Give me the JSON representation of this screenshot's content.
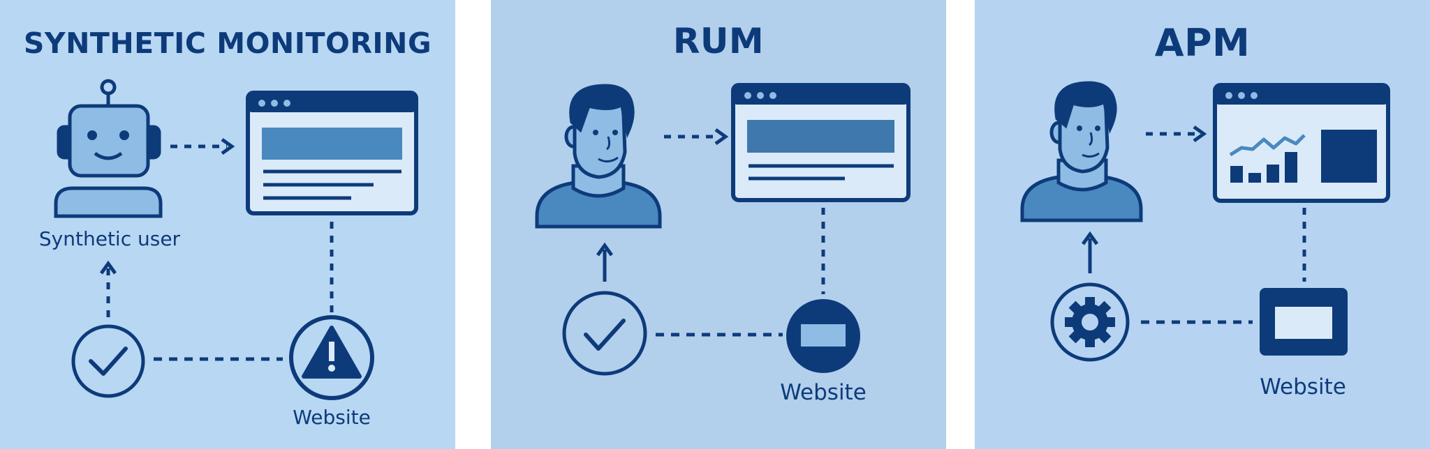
{
  "colors": {
    "panel_1_bg": "#b8d7f3",
    "panel_2_bg": "#b2cfec",
    "panel_3_bg": "#b6d4f1",
    "navy": "#0d3b7a",
    "mid_blue": "#4a88c0",
    "light_blue": "#8fbce4"
  },
  "panels": [
    {
      "title": "SYNTHETIC MONITORING",
      "labels": {
        "user": "Synthetic user",
        "website": "Website"
      }
    },
    {
      "title": "RUM",
      "labels": {
        "website": "Website"
      }
    },
    {
      "title": "APM",
      "labels": {
        "website": "Website"
      }
    }
  ]
}
